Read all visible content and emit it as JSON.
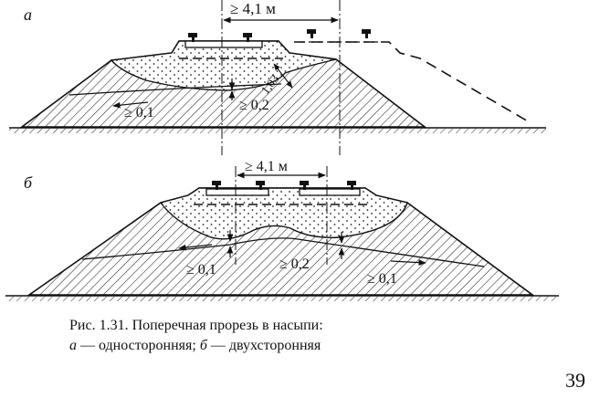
{
  "figure_a": {
    "label": "а",
    "width_mark": "≥ 4,1 м",
    "dim_left": "≥ 0,1",
    "dim_mid": "≥ 0,2",
    "dim_slope": "1,03"
  },
  "figure_b": {
    "label": "б",
    "width_mark": "≥ 4,1 м",
    "dim_left": "≥ 0,1",
    "dim_mid": "≥ 0,2",
    "dim_right": "≥ 0,1"
  },
  "caption": {
    "line1": "Рис. 1.31. Поперечная прорезь в насыпи:",
    "line2_a": "а",
    "line2_text_a": " — односторонняя; ",
    "line2_b": "б",
    "line2_text_b": " — двухсторонняя"
  },
  "page_number": "39"
}
